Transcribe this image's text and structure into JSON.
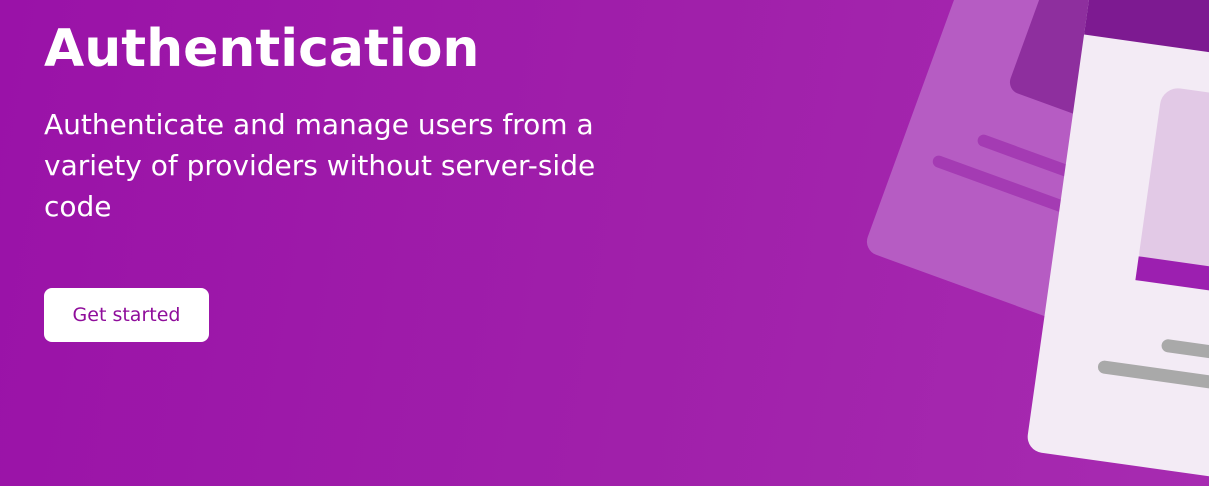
{
  "hero": {
    "title": "Authentication",
    "subtitle": "Authenticate and manage users from a variety of providers without server-side code",
    "cta_label": "Get started"
  },
  "colors": {
    "background": "#a01bab",
    "button_text": "#8f0d9b",
    "button_background": "#ffffff"
  },
  "illustration": {
    "icon": "user-profile-cards-illustration"
  }
}
